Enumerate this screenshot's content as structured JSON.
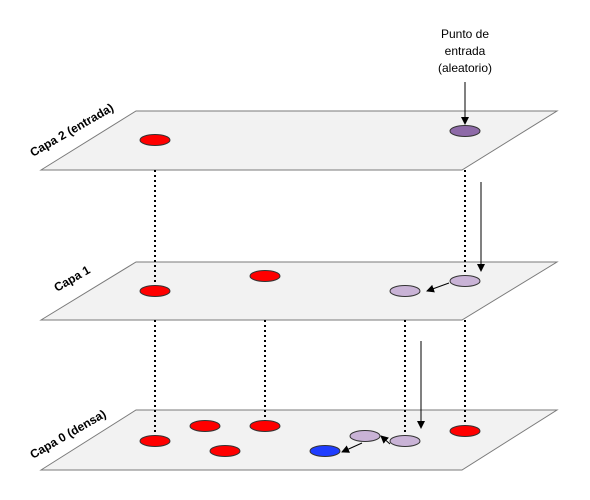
{
  "entry_point": {
    "lines": [
      "Punto de",
      "entrada",
      "(aleatorio)"
    ]
  },
  "layers": [
    {
      "label": "Capa 2 (entrada)"
    },
    {
      "label": "Capa 1"
    },
    {
      "label": "Capa 0 (densa)"
    }
  ],
  "colors": {
    "plane_fill": "#f2f2f2",
    "plane_stroke": "#7a7a7a",
    "node_red": "#ff0000",
    "node_entry": "#8e6aa8",
    "node_path": "#c9b3d6",
    "node_target": "#1f3dff",
    "node_stroke": "#333333"
  }
}
